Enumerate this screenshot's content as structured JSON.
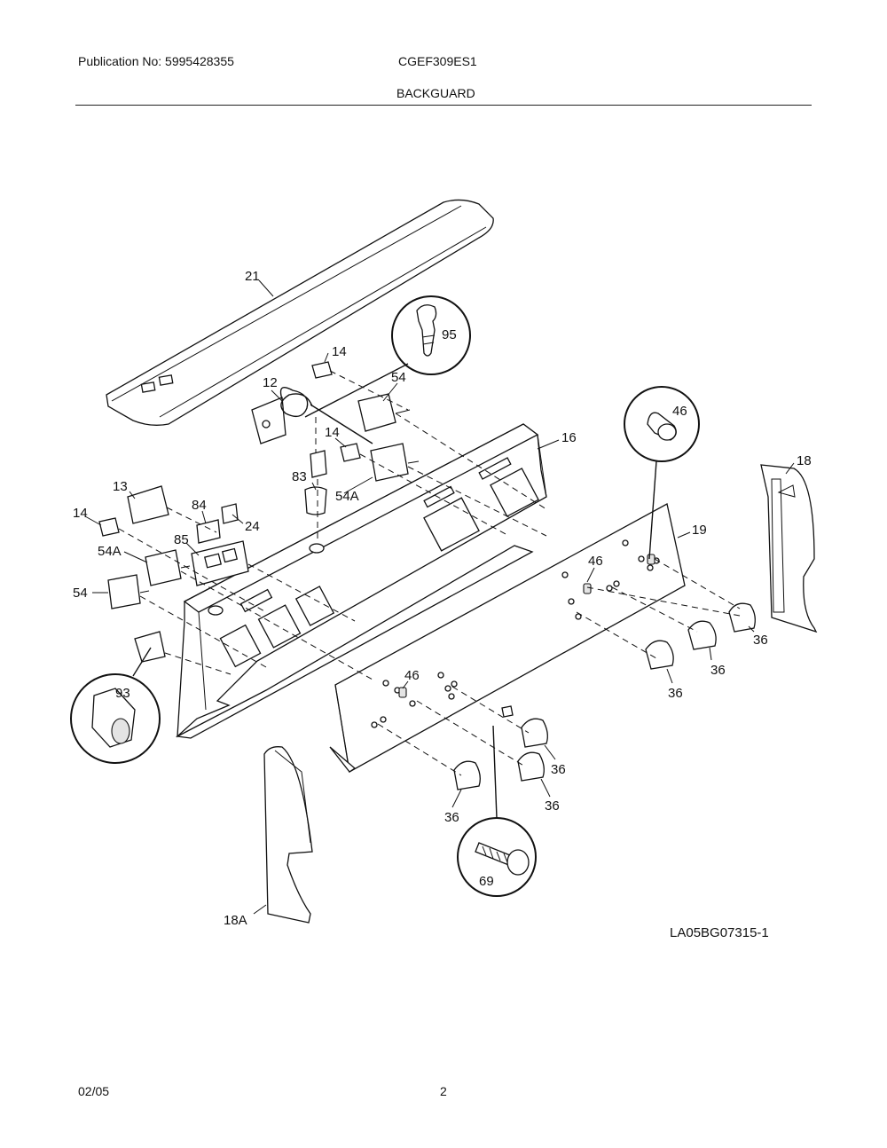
{
  "header": {
    "publication": "Publication No: 5995428355",
    "model": "CGEF309ES1",
    "section": "BACKGUARD"
  },
  "footer": {
    "date": "02/05",
    "page": "2"
  },
  "diagram": {
    "drawing_id": "LA05BG07315-1",
    "callouts": {
      "c21": "21",
      "c95": "95",
      "c14a": "14",
      "c54a": "54",
      "c12": "12",
      "c14b": "14",
      "c83": "83",
      "c54Aa": "54A",
      "c16": "16",
      "c46a": "46",
      "c18": "18",
      "c13": "13",
      "c84": "84",
      "c24": "24",
      "c14c": "14",
      "c85": "85",
      "c54Ab": "54A",
      "c54b": "54",
      "c19": "19",
      "c46b": "46",
      "c36a": "36",
      "c36b": "36",
      "c36c": "36",
      "c46c": "46",
      "c93": "93",
      "c36d": "36",
      "c36e": "36",
      "c36f": "36",
      "c69": "69",
      "c18A": "18A"
    }
  }
}
